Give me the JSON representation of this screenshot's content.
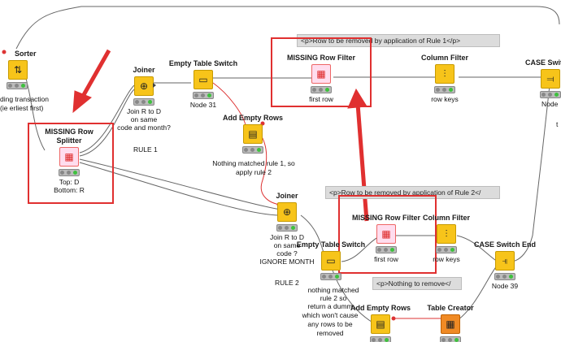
{
  "nodes": {
    "sorter": {
      "title": "Sorter",
      "label1": "ding transaction",
      "label2": "(ie erliest first)"
    },
    "joiner1": {
      "title": "Joiner",
      "label1": "Join R to D",
      "label2": "on same",
      "label3": "code and month?"
    },
    "empty_switch1": {
      "title": "Empty Table Switch",
      "label1": "Node 31"
    },
    "missing_filter1": {
      "title": "MISSING Row Filter",
      "label1": "first row"
    },
    "column_filter1": {
      "title": "Column Filter",
      "label1": "row keys"
    },
    "case_switch1": {
      "title": "CASE Switc",
      "label1": "Node"
    },
    "missing_splitter": {
      "title1": "MISSING Row",
      "title2": "Splitter",
      "label1": "Top: D",
      "label2": "Bottom: R"
    },
    "add_empty1": {
      "title": "Add Empty Rows",
      "label1": "Nothing matched rule 1, so",
      "label2": "apply rule 2"
    },
    "joiner2": {
      "title": "Joiner",
      "label1": "Join R to D",
      "label2": "on same",
      "label3": "code ?",
      "label4": "IGNORE MONTH"
    },
    "empty_switch2": {
      "title": "Empty Table Switch",
      "label1": "nothing matched",
      "label2": "rule 2 so",
      "label3": "return a dumm",
      "label4": "which won't cause",
      "label5": "any rows to be",
      "label6": "removed"
    },
    "missing_filter2": {
      "title": "MISSING Row Filter",
      "label1": "first row"
    },
    "column_filter2": {
      "title": "Column Filter",
      "label1": "row keys"
    },
    "case_switch_end": {
      "title": "CASE Switch End",
      "label1": "Node 39"
    },
    "add_empty2": {
      "title": "Add Empty Rows"
    },
    "table_creator": {
      "title": "Table Creator"
    }
  },
  "text": {
    "rule1": "RULE 1",
    "rule2": "RULE 2",
    "edge_t": "t"
  },
  "annotations": {
    "a1": "<p>Row to be removed by application of Rule 1</p>",
    "a2": "<p>Row to be removed by application of Rule 2</",
    "a3": "<p>Nothing to remove</"
  },
  "colors": {
    "node_yellow": "#f7c41a",
    "node_orange": "#f08a24",
    "highlight_red": "#e03030",
    "annotation_bg": "#dcdcdc"
  }
}
